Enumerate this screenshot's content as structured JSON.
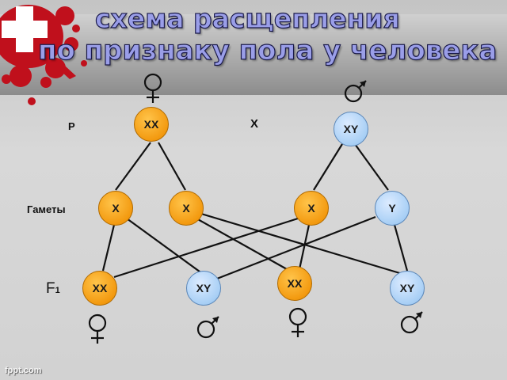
{
  "title": {
    "line1": "схема расщепления",
    "line2": "по признаку пола у человека"
  },
  "labels": {
    "p": "P",
    "cross": "X",
    "gametes": "Гаметы",
    "f1_letter": "F",
    "f1_subscript": "1"
  },
  "parents": [
    {
      "genotype": "XX",
      "sex": "female"
    },
    {
      "genotype": "XY",
      "sex": "male"
    }
  ],
  "gametes": [
    {
      "allele": "X",
      "from": "XX"
    },
    {
      "allele": "X",
      "from": "XX"
    },
    {
      "allele": "X",
      "from": "XY"
    },
    {
      "allele": "Y",
      "from": "XY"
    }
  ],
  "offspring": [
    {
      "genotype": "XX",
      "sex": "female"
    },
    {
      "genotype": "XY",
      "sex": "male"
    },
    {
      "genotype": "XX",
      "sex": "female"
    },
    {
      "genotype": "XY",
      "sex": "male"
    }
  ],
  "icons": {
    "female": "female-symbol-icon",
    "male": "male-symbol-icon",
    "corner": "red-cross-splatter-icon"
  },
  "colors": {
    "x_node": "#f5a623",
    "y_node": "#a9cdf3",
    "title": "#9a9ee8",
    "splatter": "#c0101c"
  },
  "footer": "fppt.com"
}
